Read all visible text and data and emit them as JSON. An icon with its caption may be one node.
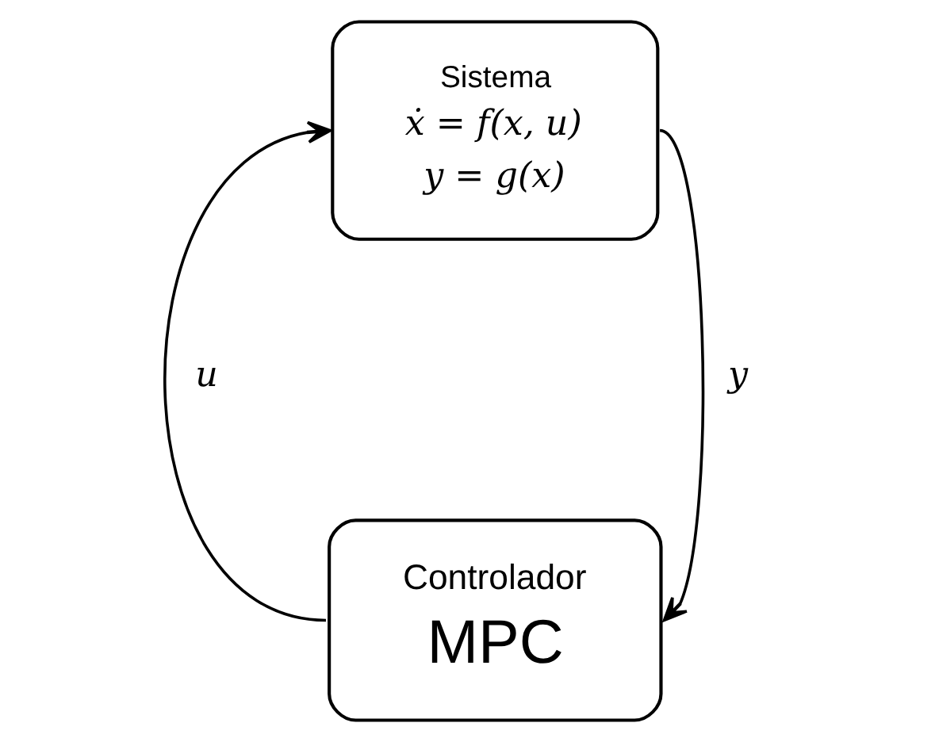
{
  "diagram": {
    "nodes": [
      {
        "text": [
          "Sistema",
          "ẋ = f(x, u)",
          "y = g(x)"
        ]
      },
      {
        "text": [
          "Controlador",
          "MPC"
        ]
      }
    ],
    "edges": [
      {
        "from": 1,
        "to": 0,
        "arrow": "to",
        "label": "u"
      },
      {
        "from": 0,
        "to": 1,
        "arrow": "to",
        "label": "y"
      }
    ]
  }
}
